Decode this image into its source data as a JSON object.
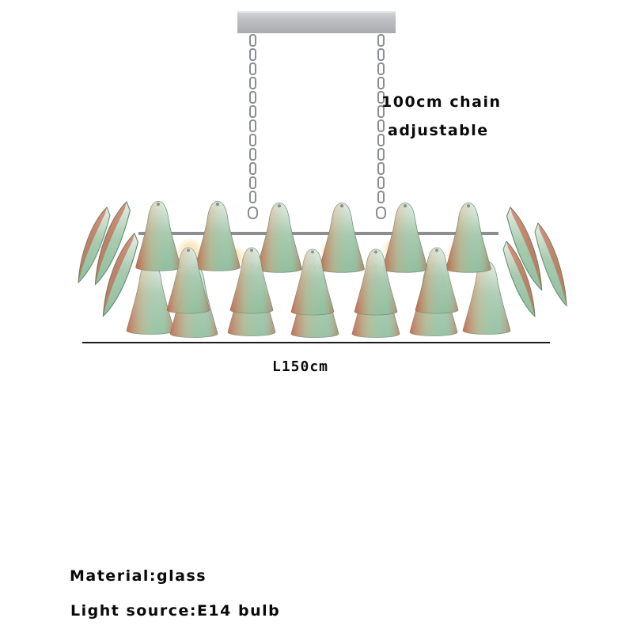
{
  "product": {
    "name": "chandelier",
    "colors": {
      "glass_green": "#9fc5a8",
      "glass_red": "#c8533a",
      "chrome": "#b5b7ba",
      "text": "#0a0a0a"
    }
  },
  "annotations": {
    "chain_line1": "100cm chain",
    "chain_line2": "adjustable",
    "length": "L150cm"
  },
  "specs": {
    "material": "Material:glass",
    "light_source": "Light source:E14 bulb"
  }
}
